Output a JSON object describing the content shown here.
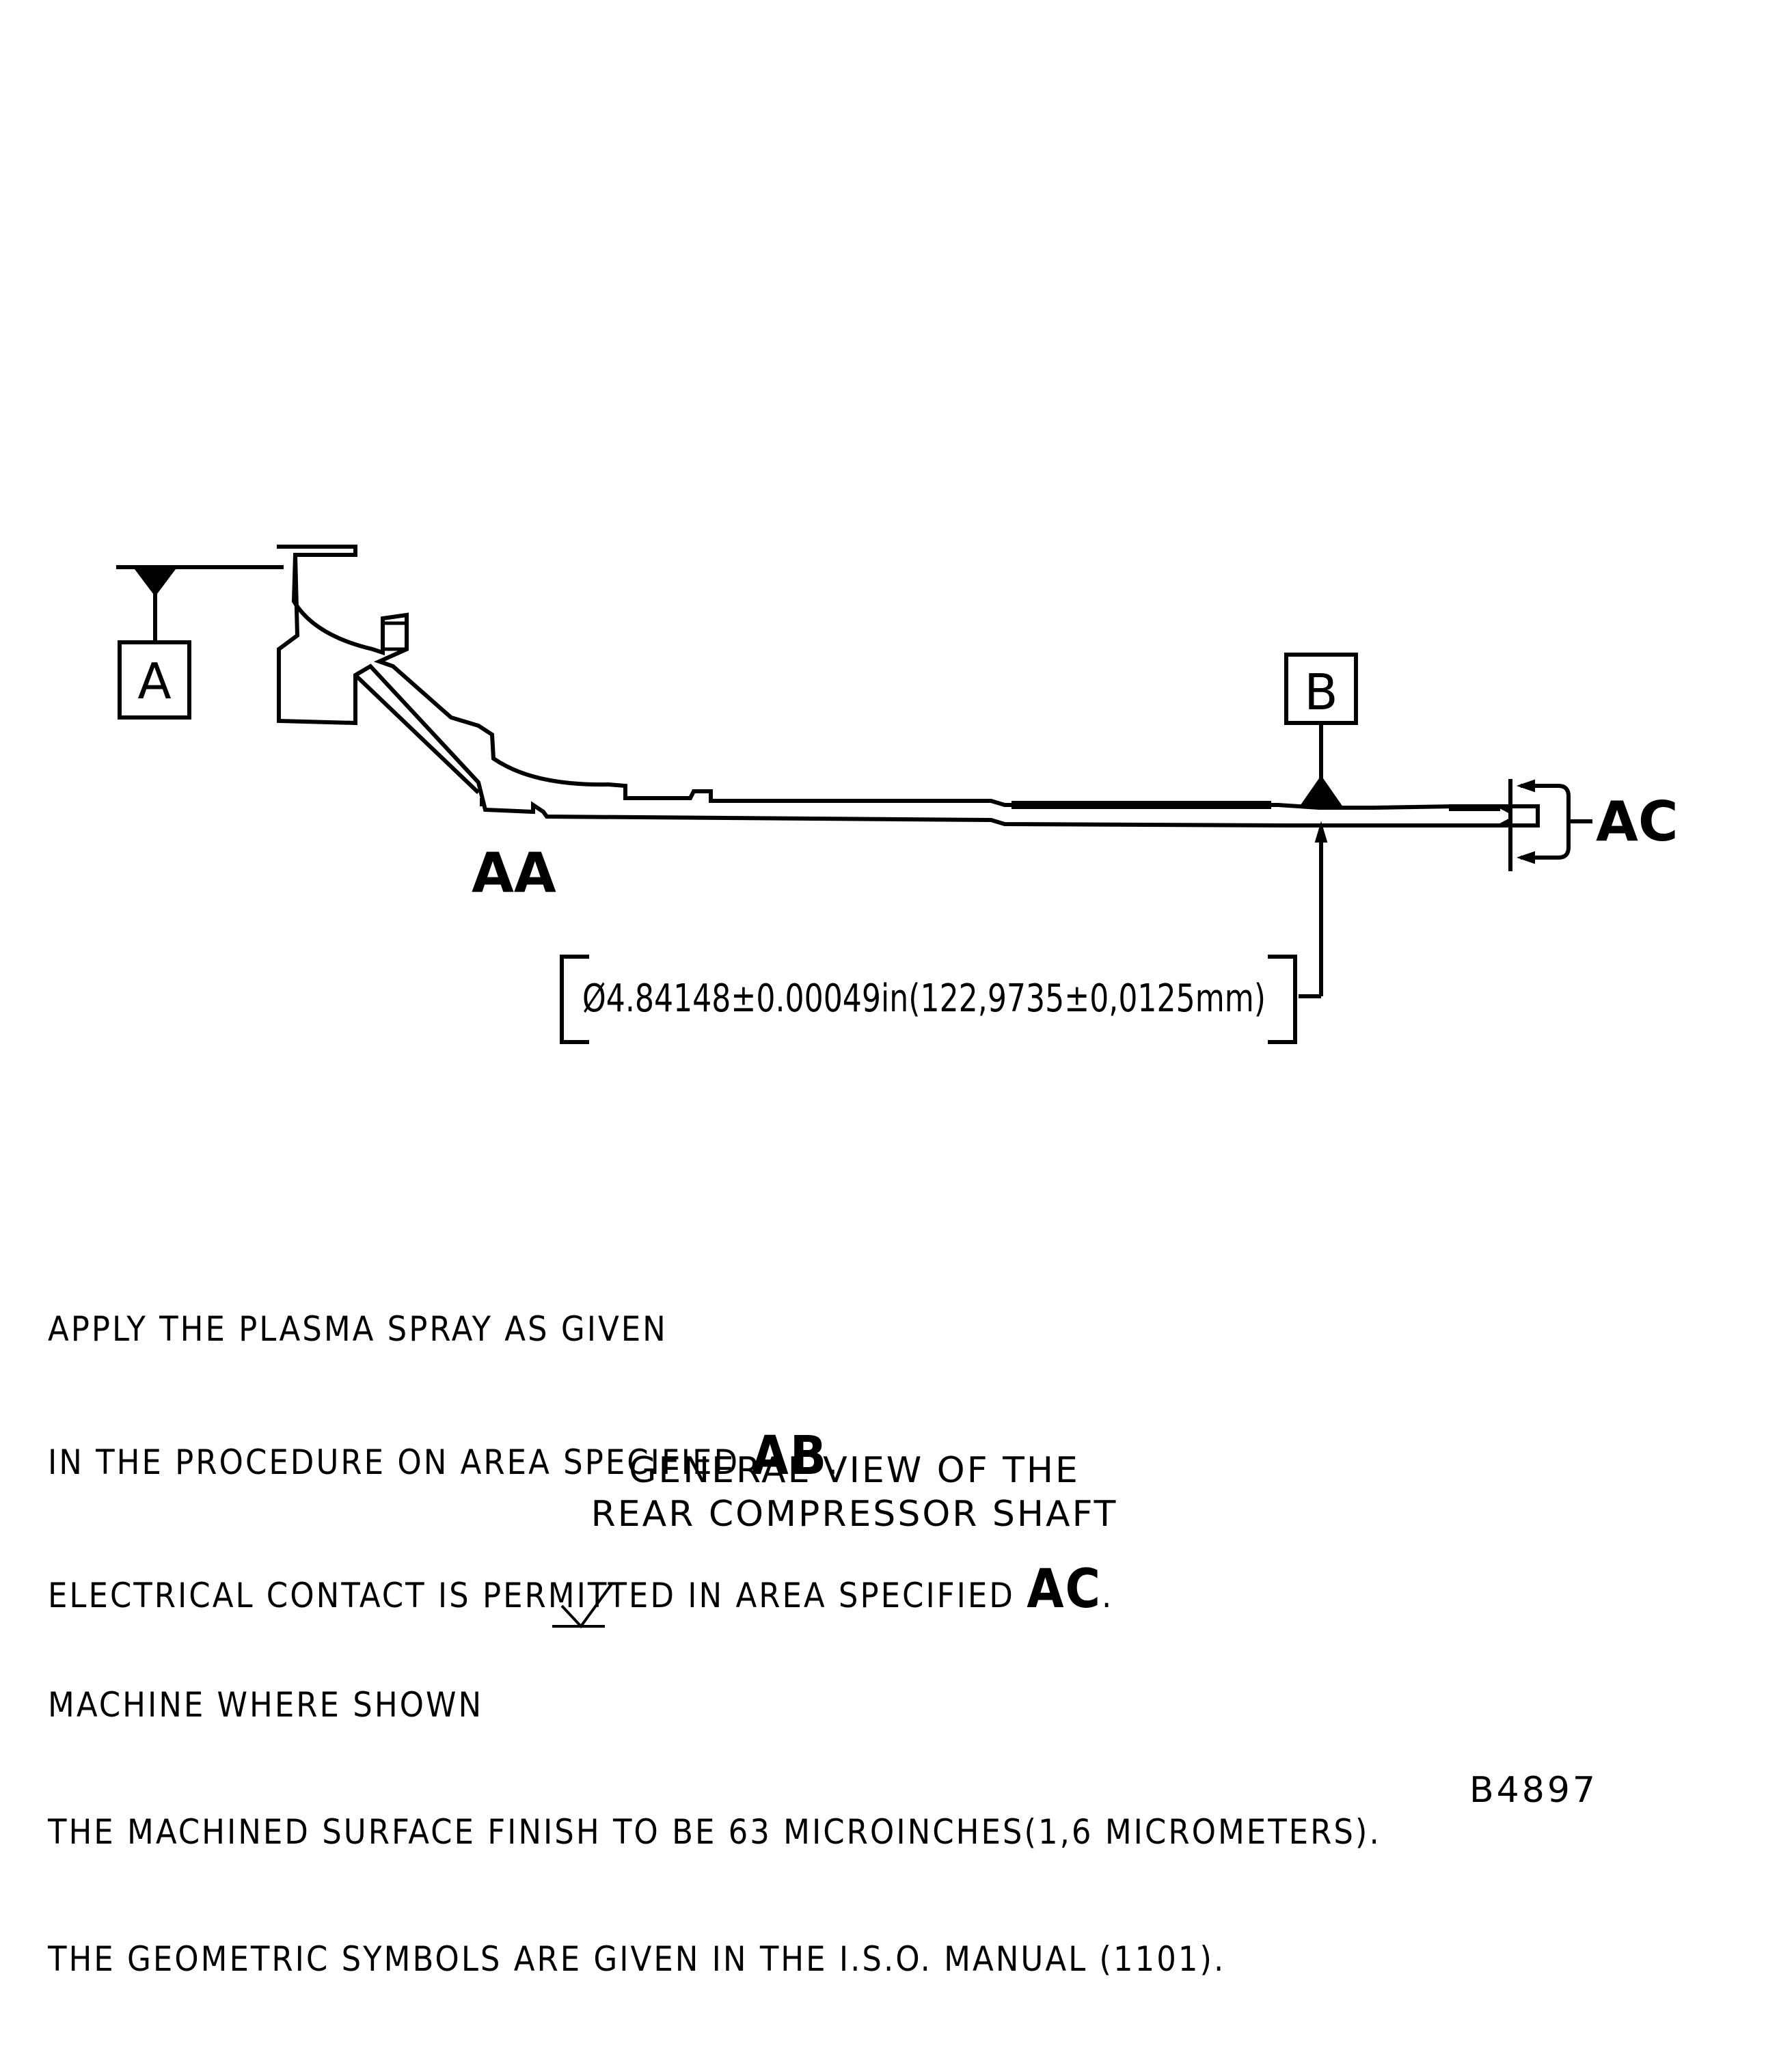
{
  "diagram": {
    "datum_a": "A",
    "datum_b": "B",
    "label_aa": "AA",
    "label_ac": "AC",
    "dimension": "Ø4.84148±0.00049in(122,9735±0,0125mm)"
  },
  "notes_top": {
    "line1": "APPLY THE PLASMA SPRAY AS GIVEN",
    "line2_text": "IN THE PROCEDURE ON AREA SPECIFIED ",
    "line2_code": "AB",
    "line2_end": ".",
    "line3_text": "ELECTRICAL CONTACT IS PERMITTED IN AREA SPECIFIED ",
    "line3_code": "AC",
    "line3_end": "."
  },
  "title": {
    "line1": "GENERAL VIEW OF THE",
    "line2": "REAR COMPRESSOR SHAFT"
  },
  "notes_bottom": {
    "line1": "MACHINE WHERE SHOWN",
    "line2": "THE MACHINED SURFACE FINISH TO BE 63 MICROINCHES(1,6 MICROMETERS).",
    "line3": "THE GEOMETRIC SYMBOLS ARE GIVEN IN THE I.S.O. MANUAL (1101)."
  },
  "reference": "B4897"
}
